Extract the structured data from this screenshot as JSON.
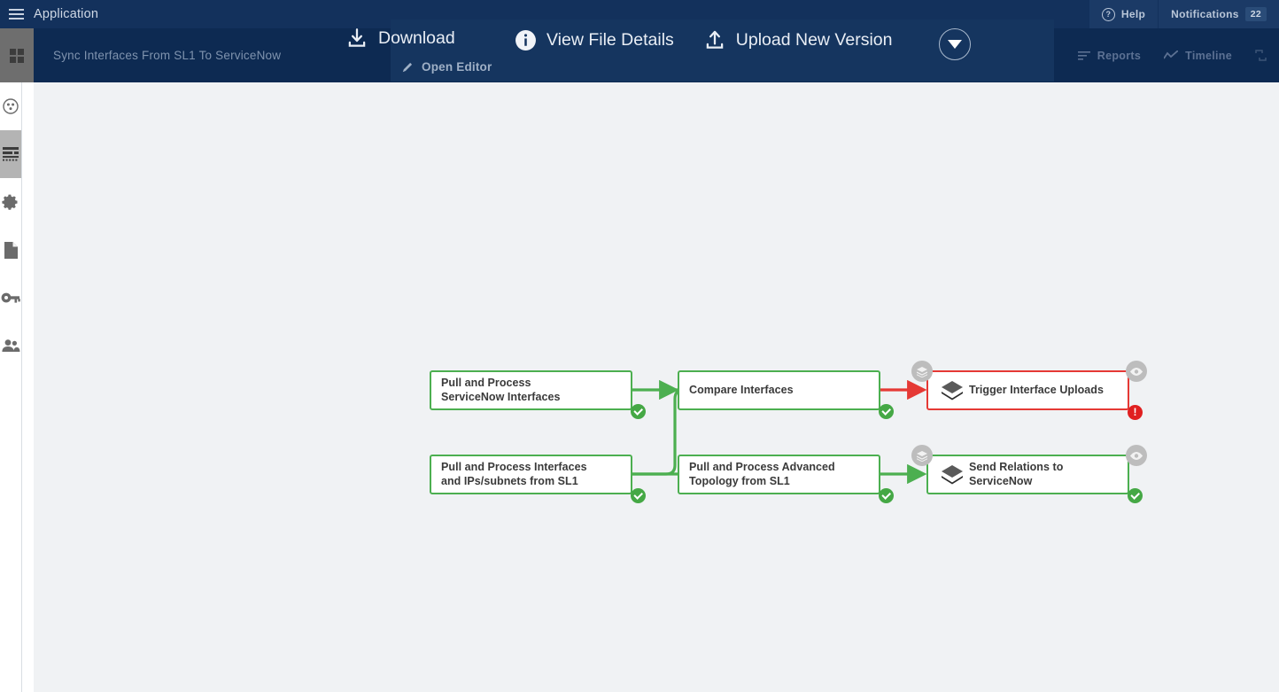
{
  "appbar": {
    "menu_icon": "hamburger-icon",
    "title": "Application",
    "help_label": "Help",
    "help_icon": "question-circle-icon",
    "notifications_label": "Notifications",
    "notifications_count": "22"
  },
  "contextbar": {
    "app_icon": "app-grid-icon",
    "title": "Sync Interfaces From SL1 To ServiceNow",
    "links": [
      {
        "label": "Reports",
        "icon": "reports-icon"
      },
      {
        "label": "Timeline",
        "icon": "timeline-chart-icon"
      }
    ],
    "expand_icon": "fullscreen-toggle-icon"
  },
  "action_panel": {
    "download_label": "Download",
    "download_icon": "download-icon",
    "view_details_label": "View File Details",
    "view_details_icon": "info-circle-icon",
    "upload_label": "Upload New Version",
    "upload_icon": "upload-icon",
    "open_editor_label": "Open Editor",
    "open_editor_icon": "pencil-icon",
    "more_icon": "chevron-down-circle-icon"
  },
  "rail": {
    "items": [
      {
        "name": "sidebar-item-target",
        "icon": "target-circle-icon",
        "active": false
      },
      {
        "name": "sidebar-item-applications",
        "icon": "list-rows-icon",
        "active": true
      },
      {
        "name": "sidebar-item-settings",
        "icon": "gear-icon",
        "active": false
      },
      {
        "name": "sidebar-item-documents",
        "icon": "document-icon",
        "active": false
      },
      {
        "name": "sidebar-item-credentials",
        "icon": "key-icon",
        "active": false
      },
      {
        "name": "sidebar-item-users",
        "icon": "users-icon",
        "active": false
      }
    ]
  },
  "colors": {
    "ok": "#4caf50",
    "error": "#e53935",
    "canvas": "#f0f2f4",
    "navy": "#0d2a52",
    "navy_light": "#15355f"
  },
  "flow": {
    "nodes": [
      {
        "id": "pull-process-servicenow-interfaces",
        "label": "Pull and Process\nServiceNow Interfaces",
        "state": "ok",
        "status_badge": "check-icon",
        "has_stack_icon": false,
        "corner_badges": []
      },
      {
        "id": "compare-interfaces",
        "label": "Compare Interfaces",
        "state": "ok",
        "status_badge": "check-icon",
        "has_stack_icon": false,
        "corner_badges": []
      },
      {
        "id": "trigger-interface-uploads",
        "label": "Trigger Interface Uploads",
        "state": "error",
        "status_badge": "exclamation-icon",
        "has_stack_icon": true,
        "corner_badges": [
          "layers-icon",
          "eye-icon"
        ]
      },
      {
        "id": "pull-process-interfaces-ips-subnets",
        "label": "Pull and Process Interfaces\nand IPs/subnets from SL1",
        "state": "ok",
        "status_badge": "check-icon",
        "has_stack_icon": false,
        "corner_badges": []
      },
      {
        "id": "pull-process-advanced-topology",
        "label": "Pull and Process Advanced\nTopology from SL1",
        "state": "ok",
        "status_badge": "check-icon",
        "has_stack_icon": false,
        "corner_badges": []
      },
      {
        "id": "send-relations-to-servicenow",
        "label": "Send Relations to\nServiceNow",
        "state": "ok",
        "status_badge": "check-icon",
        "has_stack_icon": true,
        "corner_badges": [
          "layers-icon",
          "eye-icon"
        ]
      }
    ],
    "edges": [
      {
        "from": "pull-process-servicenow-interfaces",
        "to": "compare-interfaces",
        "state": "ok"
      },
      {
        "from": "pull-process-interfaces-ips-subnets",
        "to": "compare-interfaces",
        "state": "ok"
      },
      {
        "from": "compare-interfaces",
        "to": "trigger-interface-uploads",
        "state": "error"
      },
      {
        "from": "pull-process-interfaces-ips-subnets",
        "to": "pull-process-advanced-topology",
        "state": "ok"
      },
      {
        "from": "pull-process-advanced-topology",
        "to": "send-relations-to-servicenow",
        "state": "ok"
      }
    ]
  }
}
